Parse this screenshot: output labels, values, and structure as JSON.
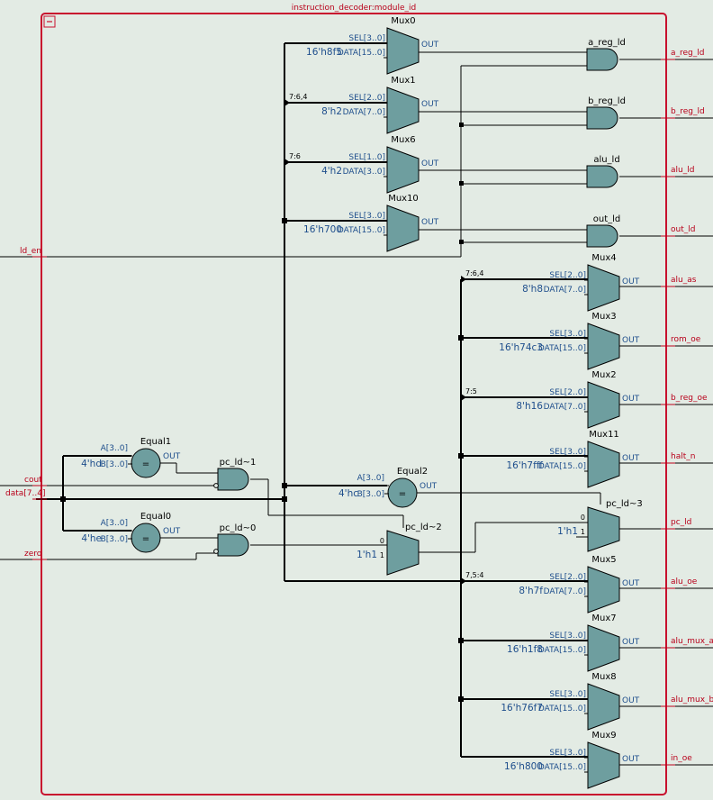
{
  "module": {
    "title": "instruction_decoder:module_id"
  },
  "inputs": [
    {
      "id": "ld_en",
      "label": "ld_en"
    },
    {
      "id": "cout",
      "label": "cout"
    },
    {
      "id": "data",
      "label": "data[7..4]"
    },
    {
      "id": "zero",
      "label": "zero"
    }
  ],
  "outputs": [
    {
      "id": "a_reg_ld",
      "label": "a_reg_ld"
    },
    {
      "id": "b_reg_ld",
      "label": "b_reg_ld"
    },
    {
      "id": "alu_ld",
      "label": "alu_ld"
    },
    {
      "id": "out_ld",
      "label": "out_ld"
    },
    {
      "id": "alu_as",
      "label": "alu_as"
    },
    {
      "id": "rom_oe",
      "label": "rom_oe"
    },
    {
      "id": "b_reg_oe",
      "label": "b_reg_oe"
    },
    {
      "id": "halt_n",
      "label": "halt_n"
    },
    {
      "id": "pc_ld",
      "label": "pc_ld"
    },
    {
      "id": "alu_oe",
      "label": "alu_oe"
    },
    {
      "id": "alu_mux_a",
      "label": "alu_mux_a"
    },
    {
      "id": "alu_mux_b",
      "label": "alu_mux_b"
    },
    {
      "id": "in_oe",
      "label": "in_oe"
    }
  ],
  "muxes": [
    {
      "name": "Mux0",
      "sel": "SEL[3..0]",
      "data_pin": "DATA[15..0]",
      "const": "16'h8f5",
      "out": "OUT",
      "tap": ""
    },
    {
      "name": "Mux1",
      "sel": "SEL[2..0]",
      "data_pin": "DATA[7..0]",
      "const": "8'h2",
      "out": "OUT",
      "tap": "7:6,4"
    },
    {
      "name": "Mux6",
      "sel": "SEL[1..0]",
      "data_pin": "DATA[3..0]",
      "const": "4'h2",
      "out": "OUT",
      "tap": "7:6"
    },
    {
      "name": "Mux10",
      "sel": "SEL[3..0]",
      "data_pin": "DATA[15..0]",
      "const": "16'h700",
      "out": "OUT",
      "tap": ""
    },
    {
      "name": "Mux4",
      "sel": "SEL[2..0]",
      "data_pin": "DATA[7..0]",
      "const": "8'h8",
      "out": "OUT",
      "tap": "7:6,4"
    },
    {
      "name": "Mux3",
      "sel": "SEL[3..0]",
      "data_pin": "DATA[15..0]",
      "const": "16'h74c3",
      "out": "OUT",
      "tap": ""
    },
    {
      "name": "Mux2",
      "sel": "SEL[2..0]",
      "data_pin": "DATA[7..0]",
      "const": "8'h16",
      "out": "OUT",
      "tap": "7:5"
    },
    {
      "name": "Mux11",
      "sel": "SEL[3..0]",
      "data_pin": "DATA[15..0]",
      "const": "16'h7fff",
      "out": "OUT",
      "tap": ""
    },
    {
      "name": "Mux5",
      "sel": "SEL[2..0]",
      "data_pin": "DATA[7..0]",
      "const": "8'h7f",
      "out": "OUT",
      "tap": "7,5:4"
    },
    {
      "name": "Mux7",
      "sel": "SEL[3..0]",
      "data_pin": "DATA[15..0]",
      "const": "16'h1f8",
      "out": "OUT",
      "tap": ""
    },
    {
      "name": "Mux8",
      "sel": "SEL[3..0]",
      "data_pin": "DATA[15..0]",
      "const": "16'h76f7",
      "out": "OUT",
      "tap": ""
    },
    {
      "name": "Mux9",
      "sel": "SEL[3..0]",
      "data_pin": "DATA[15..0]",
      "const": "16'h800",
      "out": "OUT",
      "tap": ""
    }
  ],
  "and_gates": [
    {
      "name": "a_reg_ld"
    },
    {
      "name": "b_reg_ld"
    },
    {
      "name": "alu_ld"
    },
    {
      "name": "out_ld"
    },
    {
      "name": "pc_ld~1"
    },
    {
      "name": "pc_ld~0"
    }
  ],
  "comparators": [
    {
      "name": "Equal1",
      "pin_a": "A[3..0]",
      "pin_b": "B[3..0]",
      "const": "4'hd",
      "out": "OUT",
      "symbol": "="
    },
    {
      "name": "Equal0",
      "pin_a": "A[3..0]",
      "pin_b": "B[3..0]",
      "const": "4'he",
      "out": "OUT",
      "symbol": "="
    },
    {
      "name": "Equal2",
      "pin_a": "A[3..0]",
      "pin_b": "B[3..0]",
      "const": "4'hc",
      "out": "OUT",
      "symbol": "="
    }
  ],
  "sel_muxes": [
    {
      "name": "pc_ld~2",
      "in0": "0",
      "in1": "1",
      "const": "1'h1"
    },
    {
      "name": "pc_ld~3",
      "in0": "0",
      "in1": "1",
      "const": "1'h1"
    }
  ],
  "colors": {
    "background": "#e3ebe4",
    "border": "#c8102e",
    "component": "#6e9e9f",
    "wire": "#000000",
    "label": "#1e4e8c"
  }
}
